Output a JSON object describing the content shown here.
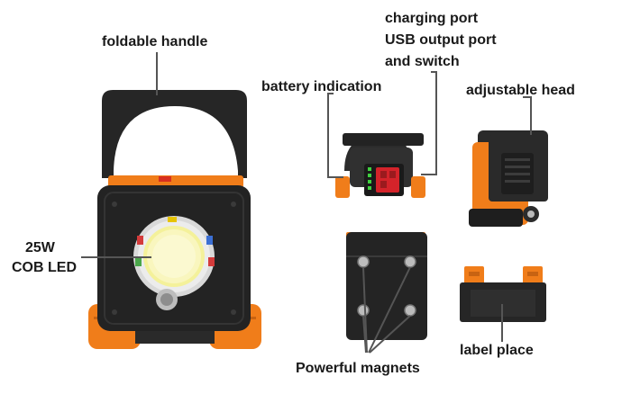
{
  "labels": {
    "foldable_handle": "foldable handle",
    "charging_port": [
      "charging port",
      "USB output port",
      "and switch"
    ],
    "battery_indication": "battery indication",
    "adjustable_head": "adjustable head",
    "cob_led": [
      "25W",
      "COB LED"
    ],
    "powerful_magnets": "Powerful magnets",
    "label_place": "label place"
  },
  "colors": {
    "housing_orange": "#f07d1a",
    "body_black": "#222222",
    "led_yellow": "#f4f19a",
    "leader_line": "#555555"
  }
}
